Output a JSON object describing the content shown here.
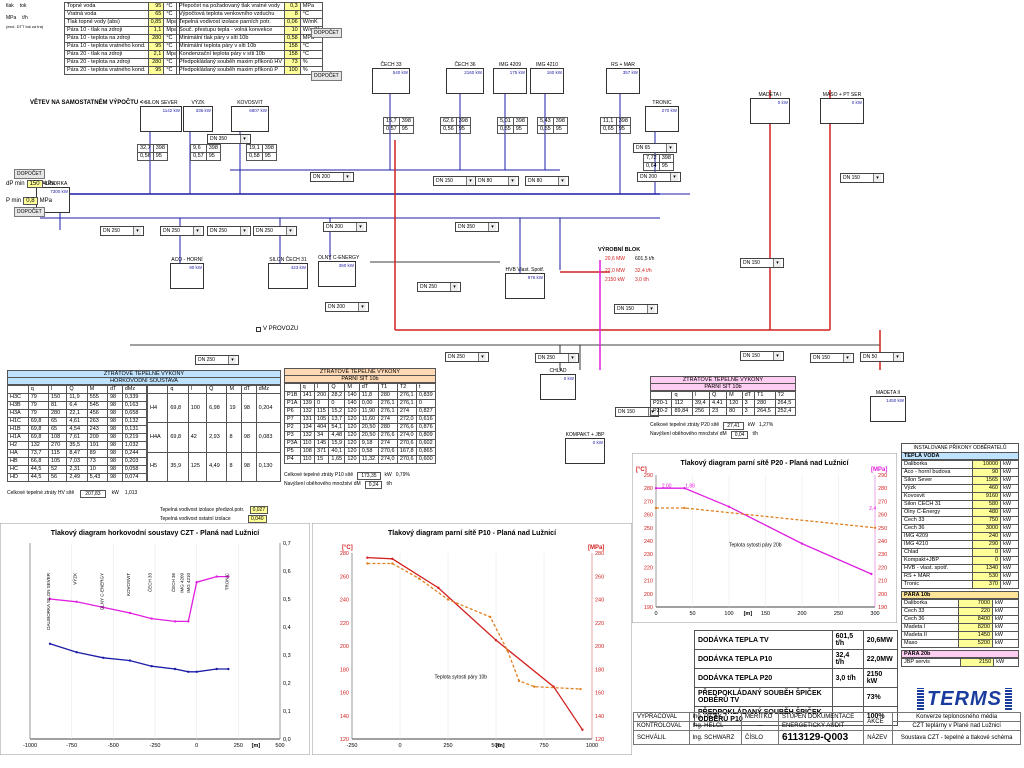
{
  "legend": {
    "tlak": "tlak",
    "tok": "tok",
    "mpa": "MPa",
    "th": "t/h",
    "note": "(excl. DTT tok za tra)"
  },
  "params_left": [
    {
      "label": "Topné voda",
      "value": "95",
      "unit": "°C"
    },
    {
      "label": "Vratná voda",
      "value": "65",
      "unit": "°C"
    },
    {
      "label": "Tlak topné vody (abs)",
      "value": "0,85",
      "unit": "Mpa"
    },
    {
      "label": "Pára 10 - tlak na zdroji",
      "value": "1,1",
      "unit": "Mpa"
    },
    {
      "label": "Pára 10 - teplota na zdroji",
      "value": "280",
      "unit": "°C"
    },
    {
      "label": "Pára 10 - teplota vratného kond.",
      "value": "95",
      "unit": "°C"
    },
    {
      "label": "Pára 20 - tlak na zdroji",
      "value": "2,1",
      "unit": "Mpa"
    },
    {
      "label": "Pára 20 - teplota na zdroji",
      "value": "280",
      "unit": "°C"
    },
    {
      "label": "Pára 20 - teplota vratného kond.",
      "value": "95",
      "unit": "°C"
    }
  ],
  "params_right": [
    {
      "label": "Přepočet na požadovaný tlak vratné vody",
      "value": "0,3",
      "unit": "MPa"
    },
    {
      "label": "Výpočtová teplota venkovního vzduchu",
      "value": "8",
      "unit": "°C"
    },
    {
      "label": "Tepelná vodivost izolace parních potr.",
      "value": "0,06",
      "unit": "W/mK"
    },
    {
      "label": "Souč. přestupu tepla - volná konvekce",
      "value": "10",
      "unit": "W/m²K"
    },
    {
      "label": "Minimální tlak páry v síti 10b",
      "value": "0,58",
      "unit": "MPa"
    },
    {
      "label": "Minimální teplota páry v síti 10b",
      "value": "158",
      "unit": "°C"
    },
    {
      "label": "Kondenzační teplota páry v síti 10b",
      "value": "158",
      "unit": "°C"
    },
    {
      "label": "Předpokládaný souběh maxim příkonů HV",
      "value": "73",
      "unit": "%"
    },
    {
      "label": "Předpokládaný souběh maxim příkonů P",
      "value": "100",
      "unit": "%"
    }
  ],
  "buttons": {
    "dopocet": "DOPOČET"
  },
  "branch_label": "VĚTEV NA SAMOSTATNÉM VÝPOČTU <--",
  "consumers": [
    {
      "name": "SILON SEVER",
      "power": "1142 kW"
    },
    {
      "name": "VÝZK",
      "power": "336 kW"
    },
    {
      "name": "KOVOSVIT",
      "power": "6807 kW"
    },
    {
      "name": "ČECH 33",
      "power": "540 kW"
    },
    {
      "name": "ČECH 36",
      "power": "2160 kW"
    },
    {
      "name": "IMG 4209",
      "power": "175 kW"
    },
    {
      "name": "IMG 4210",
      "power": "160 kW"
    },
    {
      "name": "RS + MAR",
      "power": "357 kW"
    },
    {
      "name": "TRONIC",
      "power": "270 kW"
    },
    {
      "name": "MADETA I",
      "power": "0 kW"
    },
    {
      "name": "MASO + PT SER",
      "power": "0 kW"
    },
    {
      "name": "DALIBORKA",
      "power": "7300 kW"
    },
    {
      "name": "ACO - HORNÍ",
      "power": "90 kW"
    },
    {
      "name": "SILON ČECH 31",
      "power": "423 kW"
    },
    {
      "name": "OLNY C-ENERGY",
      "power": "360 kW"
    },
    {
      "name": "HVB Vlast. Spotř.",
      "power": "976 kW"
    },
    {
      "name": "CHLAD",
      "power": "0 kW"
    },
    {
      "name": "KOMPAKT + JBP",
      "power": "0 kW"
    },
    {
      "name": "MADETA II",
      "power": "1450 kW"
    }
  ],
  "source": {
    "name": "VÝROBNÍ BLOK",
    "p20": "20,6 MW",
    "p10": "22,0 MW",
    "tv": "2150 kW",
    "flow": "601,5 t/h",
    "tv_flow": "32,4 t/h",
    "p_flow": "3,0 t/h"
  },
  "dp_min": {
    "label": "dP min",
    "value": "150",
    "unit": "kPa"
  },
  "p_min": {
    "label": "P min",
    "value": "0,8",
    "unit": "MPa"
  },
  "dn_labels": [
    "DN 350",
    "DN 250",
    "DN 250",
    "DN 250",
    "DN 200",
    "DN 150",
    "DN 80",
    "DN 80",
    "DN 200",
    "DN 350",
    "DN 250",
    "DN 200",
    "DN 65",
    "DN 250",
    "DN 250",
    "DN 150",
    "DN 150",
    "DN 150",
    "DN 150",
    "DN 150",
    "DN 150",
    "DN 250",
    "DN 250",
    "DN 200",
    "DN 50"
  ],
  "hv_table": {
    "title": "ZTRÁTOVÉ TEPELNÉ VÝKONY",
    "subtitle": "HORKOVODNÍ SOUSTAVA",
    "headers": [
      "",
      "q",
      "l",
      "Q",
      "M",
      "dT",
      "dMz"
    ],
    "rows": [
      [
        "H3C",
        "79",
        "150",
        "11,9",
        "555",
        "98",
        "0,339"
      ],
      [
        "H3B",
        "79",
        "81",
        "6,4",
        "545",
        "98",
        "0,163"
      ],
      [
        "H3A",
        "79",
        "280",
        "22,1",
        "456",
        "98",
        "0,658"
      ],
      [
        "H1C",
        "69,8",
        "65",
        "4,61",
        "263",
        "98",
        "0,132"
      ],
      [
        "H1B",
        "69,8",
        "65",
        "4,54",
        "243",
        "98",
        "0,131"
      ],
      [
        "H1A",
        "69,8",
        "108",
        "7,61",
        "209",
        "98",
        "0,219"
      ],
      [
        "H2",
        "132",
        "270",
        "35,5",
        "191",
        "98",
        "1,032"
      ],
      [
        "HA",
        "73,7",
        "115",
        "8,47",
        "89",
        "98",
        "0,244"
      ],
      [
        "HB",
        "66,8",
        "105",
        "7,03",
        "73",
        "98",
        "0,203"
      ],
      [
        "HC",
        "44,5",
        "52",
        "2,31",
        "10",
        "98",
        "0,058"
      ],
      [
        "HD",
        "44,5",
        "56",
        "2,49",
        "5,43",
        "98",
        "0,074"
      ]
    ],
    "rows_right": [
      [
        "H4",
        "69,8",
        "100",
        "6,98",
        "19",
        "98",
        "0,204"
      ],
      [
        "H4A",
        "69,8",
        "42",
        "2,93",
        "8",
        "98",
        "0,083"
      ],
      [
        "H5",
        "35,9",
        "125",
        "4,49",
        "8",
        "98",
        "0,130"
      ]
    ],
    "total_label": "Celkové tepelné ztráty HV sítě",
    "total_value": "207,83",
    "total_unit": "kW",
    "total_extra": "1,013",
    "izol_label1": "Tepelná vodivost izolace předizol.potr.",
    "izol_value1": "0,027",
    "izol_label2": "Tepelná vodivost ostatní izolace",
    "izol_value2": "0,040"
  },
  "p10_table": {
    "title": "ZTRÁTOVÉ TEPELNÉ VÝKONY",
    "subtitle": "PARNÍ SÍŤ 10b",
    "headers": [
      "",
      "q",
      "l",
      "Q",
      "M",
      "dT",
      "T1",
      "T2",
      "t"
    ],
    "rows": [
      [
        "P1B",
        "141",
        "200",
        "28,2",
        "140",
        "11,8",
        "280",
        "276,1",
        "0,839"
      ],
      [
        "P1A",
        "139",
        "0",
        "0",
        "140",
        "0,00",
        "276,1",
        "276,1",
        "0"
      ],
      [
        "P6",
        "132",
        "115",
        "15,2",
        "120",
        "11,90",
        "276,1",
        "274",
        "0,827"
      ],
      [
        "P7",
        "131",
        "105",
        "13,7",
        "120",
        "11,60",
        "274",
        "272,0",
        "0,616"
      ],
      [
        "P2",
        "134",
        "404",
        "54,1",
        "120",
        "20,50",
        "280",
        "276,6",
        "0,876"
      ],
      [
        "P3",
        "132",
        "34",
        "4,48",
        "120",
        "20,50",
        "276,6",
        "274,0",
        "0,809"
      ],
      [
        "P3A",
        "110",
        "145",
        "15,9",
        "120",
        "9,18",
        "274",
        "270,6",
        "0,602"
      ],
      [
        "P5",
        "108",
        "371",
        "40,1",
        "120",
        "0,58",
        "270,6",
        "167,8",
        "0,865"
      ],
      [
        "P4",
        "110",
        "15",
        "1,65",
        "120",
        "11,32",
        "274,0",
        "270,6",
        "0,600"
      ]
    ],
    "total_label": "Celkové tepelné ztráty P10 sítě",
    "total_value": "173,35",
    "total_unit": "kW",
    "total_extra": "0,79%",
    "flow_label": "Navýšení oběhového množství dM",
    "flow_value": "0,24",
    "flow_unit": "t/h"
  },
  "p20_table": {
    "title": "ZTRÁTOVÉ TEPELNÉ VÝKONY",
    "subtitle": "PARNÍ SÍŤ 10b",
    "headers": [
      "",
      "q",
      "l",
      "Q",
      "M",
      "dT",
      "T1",
      "T2"
    ],
    "rows": [
      [
        "P20-1",
        "112",
        "39,4",
        "4,41",
        "120",
        "3",
        "280",
        "264,5"
      ],
      [
        "P20-2",
        "89,84",
        "256",
        "23",
        "80",
        "3",
        "264,5",
        "252,4"
      ]
    ],
    "total_label": "Celkové tepelné ztráty P20 sítě",
    "total_value": "27,41",
    "total_unit": "kW",
    "total_extra": "1,27%",
    "flow_label": "Navýšení oběhového množství dM",
    "flow_value": "0,04",
    "flow_unit": "t/h"
  },
  "installed": {
    "title": "INSTALOVANÉ PŘÍKONY ODBĚRATELŮ",
    "tv_header": "TEPLÁ VODA",
    "tv_rows": [
      [
        "Daliborka",
        "10000"
      ],
      [
        "Aco - horní budova",
        "90"
      ],
      [
        "Silon Sever",
        "1565"
      ],
      [
        "Výzk",
        "460"
      ],
      [
        "Kovosvit",
        "9160"
      ],
      [
        "Silon ČECH 31",
        "580"
      ],
      [
        "Olny C-Energy",
        "480"
      ],
      [
        "Čech 33",
        "750"
      ],
      [
        "Čech 36",
        "3000"
      ],
      [
        "IMG 4209",
        "240"
      ],
      [
        "IMG 4210",
        "290"
      ],
      [
        "Chlad",
        "0"
      ],
      [
        "Kompakt+JBP",
        "0"
      ],
      [
        "HVB - vlast. spotř.",
        "1340"
      ],
      [
        "RS + MAR",
        "530"
      ],
      [
        "Tronic",
        "370"
      ]
    ],
    "p10_header": "PÁRA 10b",
    "p10_rows": [
      [
        "Daliborka",
        "7000"
      ],
      [
        "Čech 33",
        "220"
      ],
      [
        "Čech 36",
        "8400"
      ],
      [
        "Madeta I",
        "8200"
      ],
      [
        "Madeta II",
        "1450"
      ],
      [
        "Maso",
        "5200"
      ]
    ],
    "p20_header": "PÁRA 20b",
    "p20_rows": [
      [
        "JBP servis",
        "2150"
      ]
    ],
    "unit": "kW"
  },
  "chart_hv": {
    "title": "Tlakový diagram horkovodní soustavy CZT - Planá nad Lužnicí",
    "xunit": "[m]",
    "yunit": "[MPa]",
    "x_ticks": [
      "-1000",
      "-750",
      "-500",
      "-250",
      "0",
      "250",
      "500"
    ],
    "y_ticks": [
      "0,1",
      "0,2",
      "0,3",
      "0,4",
      "0,5",
      "0,6",
      "0,7"
    ],
    "vlabels": [
      "DALIBORKA SILON SEVER",
      "VÝZK",
      "OLNY C-ENERGY",
      "KOVOSVIT",
      "ČECH 33",
      "ČECH 36",
      "IMG 4209",
      "IMG 4210",
      "TRONIC"
    ]
  },
  "chart_data": [
    {
      "type": "line",
      "title": "Tlakový diagram horkovodní soustavy CZT - Planá nad Lužnicí",
      "xlabel": "[m]",
      "ylabel": "[MPa]",
      "xlim": [
        -1000,
        500
      ],
      "ylim": [
        0,
        0.7
      ],
      "series": [
        {
          "values": [
            [
              -880,
              0.5
            ],
            [
              -720,
              0.49
            ],
            [
              -560,
              0.47
            ],
            [
              -400,
              0.45
            ],
            [
              -270,
              0.43
            ],
            [
              -130,
              0.42
            ],
            [
              -50,
              0.42
            ],
            [
              0,
              0.56
            ],
            [
              120,
              0.58
            ],
            [
              190,
              0.58
            ]
          ]
        },
        {
          "values": [
            [
              -880,
              0.34
            ],
            [
              -720,
              0.31
            ],
            [
              -560,
              0.29
            ],
            [
              -400,
              0.28
            ],
            [
              -270,
              0.26
            ],
            [
              -130,
              0.25
            ],
            [
              -50,
              0.24
            ],
            [
              0,
              0.24
            ],
            [
              120,
              0.25
            ],
            [
              190,
              0.25
            ]
          ]
        }
      ]
    },
    {
      "type": "line",
      "title": "Tlakový diagram parní sítě P10 - Planá nad Lužnicí",
      "xlabel": "[m]",
      "ylabel": "[°C]",
      "y2label": "[MPa]",
      "xlim": [
        -250,
        1000
      ],
      "ylim": [
        120,
        280
      ],
      "series": [
        {
          "values": [
            [
              -170,
              276
            ],
            [
              -40,
              275
            ],
            [
              200,
              250
            ],
            [
              500,
              205
            ],
            [
              800,
              165
            ],
            [
              950,
              128
            ]
          ]
        },
        {
          "values": [
            [
              -170,
              271
            ],
            [
              -40,
              271
            ],
            [
              100,
              258
            ],
            [
              250,
              240
            ],
            [
              470,
              225
            ],
            [
              560,
              196
            ],
            [
              620,
              170
            ],
            [
              700,
              165
            ],
            [
              940,
              163
            ]
          ]
        }
      ],
      "annotation": "Teplota sytosti páry 10b"
    },
    {
      "type": "line",
      "title": "Tlakový diagram parní sítě P20 - Planá nad Lužnicí",
      "xlabel": "[m]",
      "ylabel": "[°C]",
      "y2label": "[MPa]",
      "xlim": [
        0,
        300
      ],
      "ylim": [
        190,
        290
      ],
      "x_ticks": [
        "0",
        "50",
        "100",
        "150",
        "200",
        "250",
        "300"
      ],
      "series": [
        {
          "values": [
            [
              0,
              280
            ],
            [
              39,
              280
            ],
            [
              100,
              266
            ],
            [
              200,
              238
            ],
            [
              295,
              215
            ]
          ]
        },
        {
          "values": [
            [
              0,
              265
            ],
            [
              39,
              265
            ],
            [
              300,
              250
            ]
          ]
        }
      ],
      "annotation": "Teplota sytosti páry 20b",
      "labels": [
        "2,00",
        "1,88",
        "2,4"
      ]
    }
  ],
  "summary": [
    {
      "label": "DODÁVKA TEPLA TV",
      "v1": "601,5 t/h",
      "v2": "20,6MW"
    },
    {
      "label": "DODÁVKA TEPLA P10",
      "v1": "32,4 t/h",
      "v2": "22,0MW"
    },
    {
      "label": "DODÁVKA TEPLA P20",
      "v1": "3,0 t/h",
      "v2": "2150 kW"
    },
    {
      "label": "PŘEDPOKLÁDANÝ SOUBĚH ŠPIČEK ODBĚRŮ TV",
      "v1": "",
      "v2": "73%"
    },
    {
      "label": "PŘEDPOKLÁDANÝ SOUBĚH ŠPIČEK ODBĚRŮ P10",
      "v1": "",
      "v2": "100%"
    }
  ],
  "logo": "TERMS",
  "titleblock": {
    "vypracoval": "VYPRACOVAL",
    "vypracoval_name": "Ing. PICEK",
    "kontroloval": "KONTROLOVAL",
    "kontroloval_name": "Ing. HELCL",
    "schvalil": "SCHVÁLIL",
    "schvalil_name": "Ing. SCHWARZ",
    "meritko": "MĚŘÍTKO",
    "meritko_value": "---",
    "stupen": "STUPEŇ DOKUMENTACE",
    "stupen_value": "ENERGETICKÝ AUDIT",
    "cislo": "ČÍSLO",
    "cislo_value": "6113129-Q003",
    "akce": "AKCE",
    "akce_value1": "Konverze teplonosného média",
    "akce_value2": "CZT teplárny v Plané nad Lužnicí",
    "nazev": "NÁZEV",
    "nazev_value": "Soustava CZT - tepelné a tlakové schéma"
  },
  "colors": {
    "blue_line": "#1c1ca8",
    "red_line": "#d22020",
    "magenta": "#e020e0",
    "orange": "#e08020",
    "hv_blue": "#bfe3ff",
    "p10_orange": "#ffd9b3",
    "p20_pink": "#ffccf2"
  },
  "v_provozu": "V PROVOZU",
  "pipe_values": [
    {
      "t": "32,7",
      "f": "398",
      "b1": "0,56",
      "b2": "95"
    },
    {
      "t": "9,6",
      "f": "398",
      "b1": "0,57",
      "b2": "95"
    },
    {
      "t": "19,1",
      "f": "398",
      "b1": "0,58",
      "b2": "95"
    },
    {
      "t": "15,7",
      "f": "398",
      "b1": "0,57",
      "b2": "95"
    },
    {
      "t": "62,6",
      "f": "398",
      "b1": "0,56",
      "b2": "95"
    },
    {
      "t": "5,01",
      "f": "398",
      "b1": "0,55",
      "b2": "95"
    },
    {
      "t": "5,43",
      "f": "398",
      "b1": "0,55",
      "b2": "95"
    },
    {
      "t": "11,1",
      "f": "398",
      "b1": "0,65",
      "b2": "95"
    },
    {
      "t": "7,72",
      "f": "398",
      "b1": "0,64",
      "b2": "95"
    }
  ]
}
